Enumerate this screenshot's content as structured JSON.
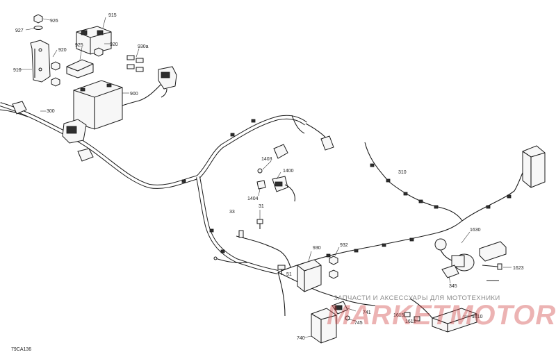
{
  "diagram": {
    "figure_id": "79CA136",
    "callouts": {
      "c926": "926",
      "c927": "927",
      "c915": "915",
      "c920a": "920",
      "c920b": "920",
      "c925": "925",
      "c930a": "930a",
      "c910": "910",
      "c900": "900",
      "c300": "300",
      "c1403": "1403",
      "c1400": "1400",
      "c1404": "1404",
      "c310": "310",
      "c33": "33",
      "c31": "31",
      "c930": "930",
      "c932": "932",
      "c51": "51",
      "c1630": "1630",
      "c1623": "1623",
      "c345": "345",
      "c741": "741",
      "c745": "745",
      "c1615": "1615",
      "c1612": "1612",
      "c1610": "1610",
      "c740": "740"
    }
  },
  "watermark": {
    "subtitle": "ЗАПЧАСТИ И АКСЕССУАРЫ ДЛЯ МОТОТЕХНИКИ",
    "logo": "MARKETMOTOR.RU"
  }
}
